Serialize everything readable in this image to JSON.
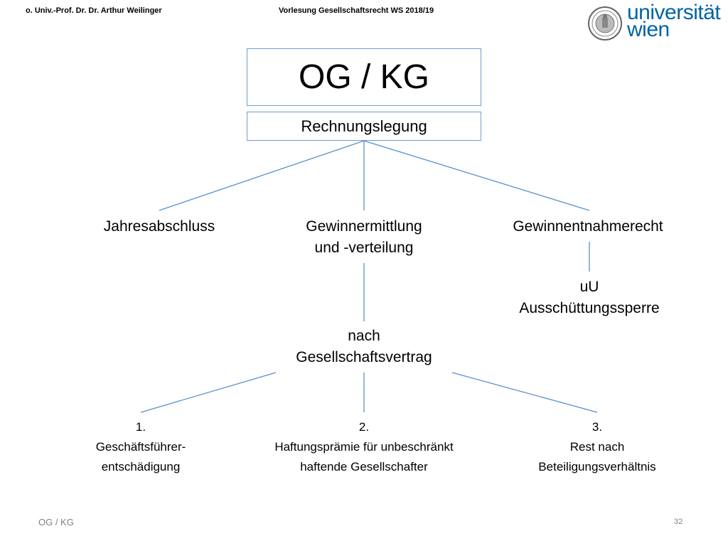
{
  "header": {
    "left": "o. Univ.-Prof. Dr. Dr. Arthur Weilinger",
    "center": "Vorlesung Gesellschaftsrecht WS 2018/19"
  },
  "logo": {
    "line1": "universität",
    "line2": "wien",
    "color": "#0063a6"
  },
  "diagram": {
    "title": "OG / KG",
    "subtitle": "Rechnungslegung",
    "level1": [
      {
        "lines": [
          "Jahresabschluss"
        ]
      },
      {
        "lines": [
          "Gewinnermittlung",
          "und -verteilung"
        ]
      },
      {
        "lines": [
          "Gewinnentnahmerecht"
        ]
      }
    ],
    "uu": {
      "lines": [
        "uU",
        "Ausschüttungssperre"
      ]
    },
    "nach": {
      "lines": [
        "nach",
        "Gesellschaftsvertrag"
      ]
    },
    "level3": [
      {
        "lines": [
          "1.",
          "Geschäftsführer-",
          "entschädigung"
        ]
      },
      {
        "lines": [
          "2.",
          "Haftungsprämie für unbeschränkt",
          "haftende Gesellschafter"
        ]
      },
      {
        "lines": [
          "3.",
          "Rest nach",
          "Beteiligungsverhältnis"
        ]
      }
    ],
    "line_color": "#5b8fc9",
    "border_color": "#6f9ed0"
  },
  "footer": {
    "left": "OG / KG",
    "page": "32"
  }
}
